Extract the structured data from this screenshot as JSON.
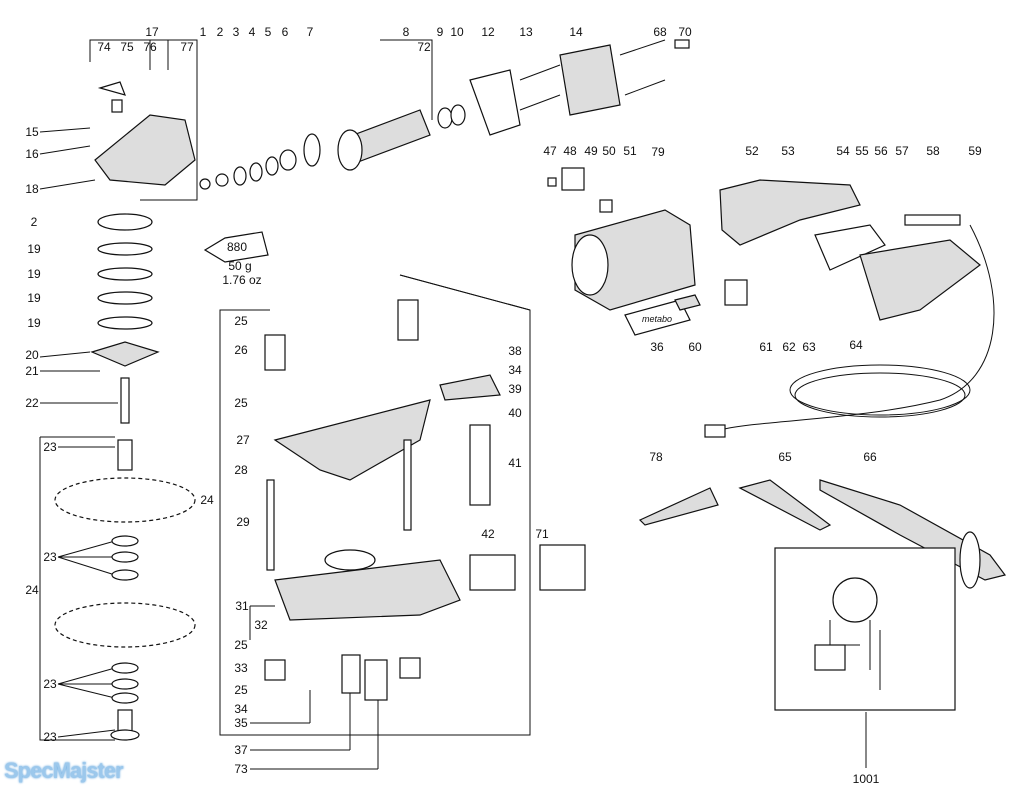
{
  "diagram": {
    "part_labels": [
      "17",
      "1",
      "2",
      "3",
      "4",
      "5",
      "6",
      "7",
      "8",
      "9",
      "10",
      "12",
      "13",
      "14",
      "68",
      "70",
      "74",
      "75",
      "76",
      "77",
      "72",
      "15",
      "16",
      "18",
      "2",
      "19",
      "19",
      "19",
      "19",
      "20",
      "21",
      "22",
      "23",
      "23",
      "24",
      "23",
      "23",
      "79",
      "47",
      "48",
      "49",
      "50",
      "51",
      "52",
      "53",
      "54",
      "55",
      "56",
      "57",
      "58",
      "59",
      "36",
      "60",
      "61",
      "62",
      "63",
      "64",
      "25",
      "26",
      "25",
      "27",
      "28",
      "24",
      "29",
      "31",
      "32",
      "25",
      "33",
      "25",
      "34",
      "35",
      "37",
      "73",
      "38",
      "34",
      "39",
      "40",
      "41",
      "42",
      "71",
      "78",
      "65",
      "66",
      "1001"
    ],
    "grease": {
      "number": "880",
      "weight_g": "50 g",
      "weight_oz": "1.76 oz"
    },
    "brand_plate": "metabo"
  },
  "watermark": "SpecMajster"
}
